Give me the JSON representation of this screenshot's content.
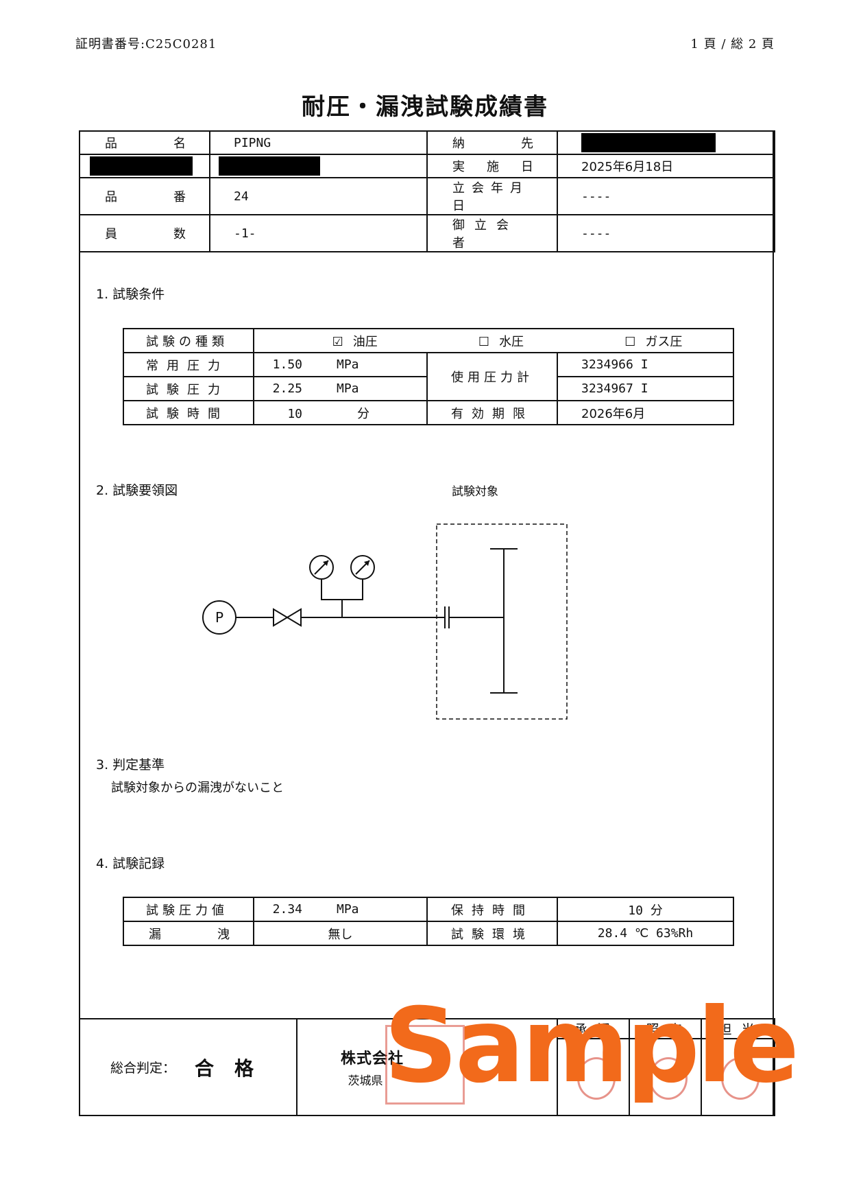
{
  "header": {
    "certificate_number": "証明書番号:C25C0281",
    "page_indicator": "1 頁 / 総 2 頁"
  },
  "title": "耐圧・漏洩試験成績書",
  "info": {
    "product_name_label": [
      "品",
      "名"
    ],
    "product_name": "PIPNG",
    "delivery_label": [
      "納",
      "先"
    ],
    "date_label": [
      "実",
      "施",
      "日"
    ],
    "date": "2025年6月18日",
    "product_number_label": [
      "品",
      "番"
    ],
    "product_number": "24",
    "witness_date_label": "立会年月日",
    "witness_date": "----",
    "quantity_label": [
      "員",
      "数"
    ],
    "quantity": "-1-",
    "witness_label": "御立会者",
    "witness": "----"
  },
  "section1": {
    "heading": "1. 試験条件",
    "type_label": "試験の種類",
    "opt_oil": "油圧",
    "opt_water": "水圧",
    "opt_gas": "ガス圧",
    "oil_checked": "☑",
    "unchecked": "☐",
    "normal_label": "常用圧力",
    "normal_value": "1.50",
    "normal_unit": "MPa",
    "test_label": "試験圧力",
    "test_value": "2.25",
    "test_unit": "MPa",
    "gauge_label": "使用圧力計",
    "gauge1": "3234966 I",
    "gauge2": "3234967 I",
    "time_label": "試験時間",
    "time_value": "10",
    "time_unit": "分",
    "expiry_label": "有効期限",
    "expiry_value": "2026年6月"
  },
  "section2": {
    "heading": "2. 試験要領図",
    "target_label": "試験対象",
    "pump_letter": "P"
  },
  "section3": {
    "heading": "3. 判定基準",
    "text": "試験対象からの漏洩がないこと"
  },
  "section4": {
    "heading": "4. 試験記録",
    "pressure_label": "試験圧力値",
    "pressure_value": "2.34",
    "pressure_unit": "MPa",
    "hold_label": "保持時間",
    "hold_value": "10 分",
    "leak_label": [
      "漏",
      "洩"
    ],
    "leak_value": "無し",
    "env_label": "試験環境",
    "env_value": "28.4 ℃  63%Rh"
  },
  "footer": {
    "judgement_label": "総合判定：",
    "judgement_value": "合格",
    "company_name": "株式会社",
    "company_address": "茨城県",
    "approve_label": "承 認",
    "check_label": "照 査",
    "charge_label": "担 当"
  },
  "watermark": "Sample",
  "colors": {
    "watermark": "#f26a1b",
    "seal": "#d43a2a",
    "redaction": "#000000"
  }
}
